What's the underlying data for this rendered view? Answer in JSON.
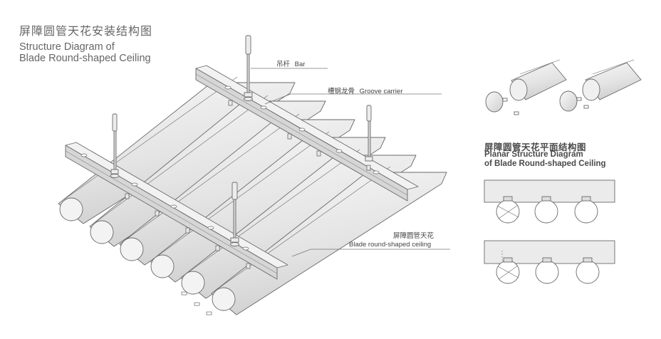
{
  "title": {
    "zh": "屏障圆管天花安装结构图",
    "en_line1": "Structure Diagram of",
    "en_line2": "Blade Round-shaped Ceiling"
  },
  "plan_title": {
    "zh": "屏障圆管天花平面结构图",
    "en_line1": "Planar Structure Diagram",
    "en_line2": "of Blade Round-shaped Ceiling"
  },
  "callouts": {
    "bar": {
      "zh": "吊杆",
      "en": "Bar"
    },
    "groove": {
      "zh": "槽钢龙骨",
      "en": "Groove carrier"
    },
    "ceiling": {
      "zh": "屏障圆管天花",
      "en": "Blade round-shaped ceiling"
    }
  },
  "colors": {
    "line": "#6a6a6a",
    "fill": "#ececec",
    "steel": "#d6d6d6"
  }
}
